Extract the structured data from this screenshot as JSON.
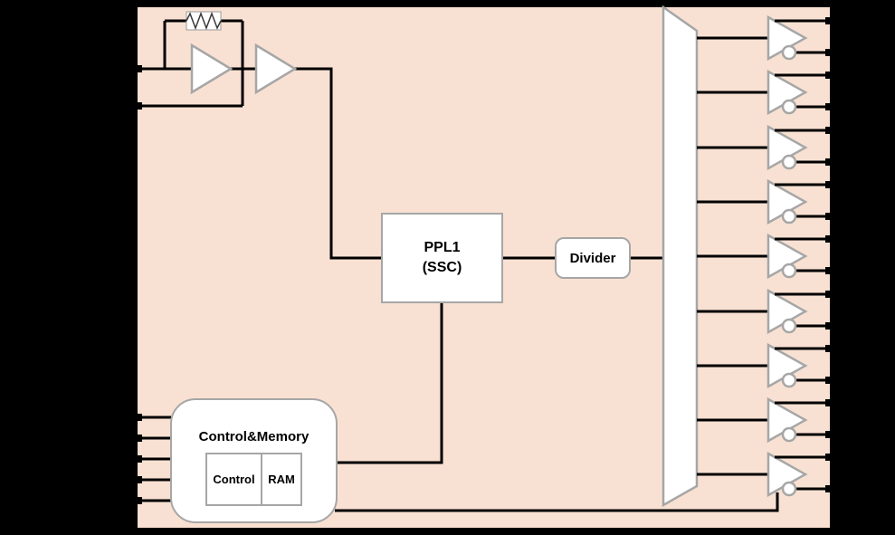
{
  "colors": {
    "background": "#000000",
    "chip_fill": "#f8e1d2",
    "wire": "#000000",
    "block_stroke": "#a6a6a6",
    "block_fill": "#ffffff"
  },
  "blocks": {
    "pll": {
      "line1": "PPL1",
      "line2": "(SSC)"
    },
    "divider": {
      "label": "Divider"
    },
    "control_memory": {
      "title": "Control&Memory",
      "control": "Control",
      "ram": "RAM"
    }
  },
  "io": {
    "left_top_pin_count": 2,
    "left_bottom_pin_count": 5,
    "output_buffer_count": 9,
    "outputs_per_buffer": 2,
    "right_pin_count": 18
  }
}
